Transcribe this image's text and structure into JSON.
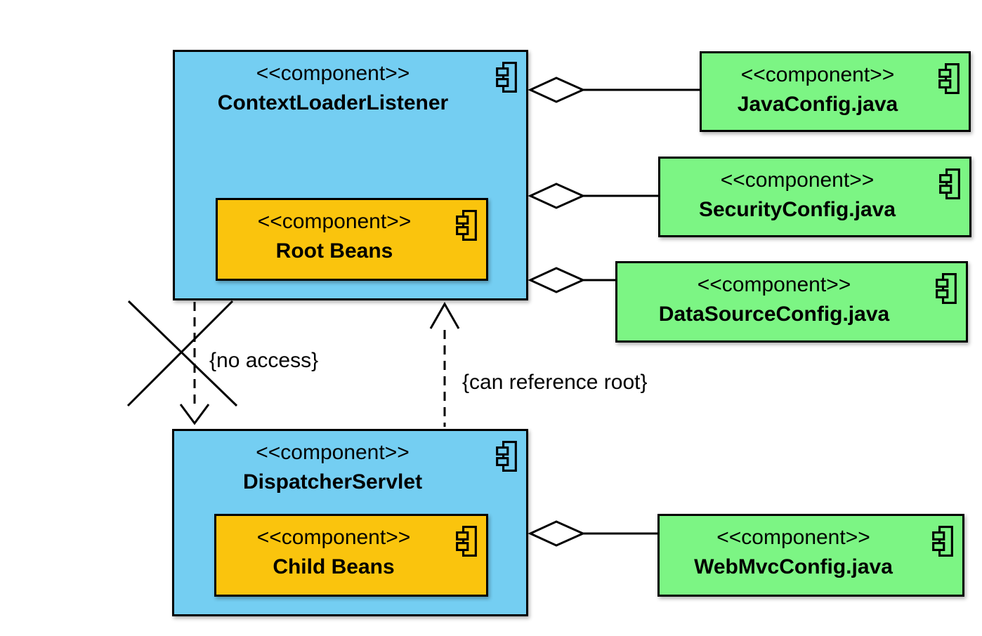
{
  "colors": {
    "background": "#ffffff",
    "container_fill": "#74CEF2",
    "bean_fill": "#FAC40D",
    "config_fill": "#7CF584",
    "line": "#000000",
    "diamond_fill": "#ffffff"
  },
  "stereotype": "<<component>>",
  "components": {
    "context_loader_listener": {
      "name": "ContextLoaderListener"
    },
    "root_beans": {
      "name": "Root Beans"
    },
    "dispatcher_servlet": {
      "name": "DispatcherServlet"
    },
    "child_beans": {
      "name": "Child Beans"
    },
    "java_config": {
      "name": "JavaConfig.java"
    },
    "security_config": {
      "name": "SecurityConfig.java"
    },
    "data_source_config": {
      "name": "DataSourceConfig.java"
    },
    "web_mvc_config": {
      "name": "WebMvcConfig.java"
    }
  },
  "annotations": {
    "no_access": "{no access}",
    "can_reference_root": "{can reference root}"
  },
  "relationships": [
    {
      "from": "ContextLoaderListener",
      "to": "JavaConfig.java",
      "type": "aggregation"
    },
    {
      "from": "ContextLoaderListener",
      "to": "SecurityConfig.java",
      "type": "aggregation"
    },
    {
      "from": "ContextLoaderListener",
      "to": "DataSourceConfig.java",
      "type": "aggregation"
    },
    {
      "from": "DispatcherServlet",
      "to": "WebMvcConfig.java",
      "type": "aggregation"
    },
    {
      "from": "ContextLoaderListener",
      "to": "DispatcherServlet",
      "type": "dashed-dependency-crossed-out",
      "label": "{no access}"
    },
    {
      "from": "DispatcherServlet",
      "to": "ContextLoaderListener",
      "type": "dashed-dependency",
      "label": "{can reference root}"
    }
  ]
}
